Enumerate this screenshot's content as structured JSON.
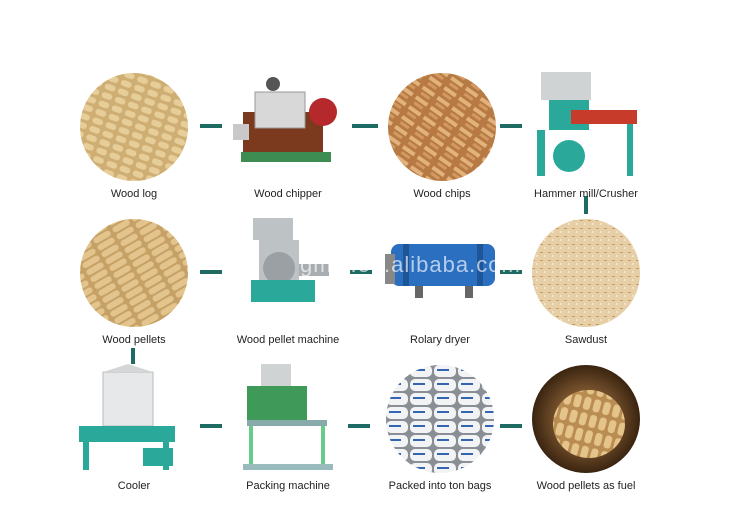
{
  "steps": [
    {
      "id": "wood-log",
      "label": "Wood log"
    },
    {
      "id": "wood-chipper",
      "label": "Wood chipper"
    },
    {
      "id": "wood-chips",
      "label": "Wood chips"
    },
    {
      "id": "hammer-mill",
      "label": "Hammer mill/Crusher"
    },
    {
      "id": "wood-pellets",
      "label": "Wood pellets"
    },
    {
      "id": "pellet-machine",
      "label": "Wood pellet machine"
    },
    {
      "id": "rotary-dryer",
      "label": "Rolary dryer"
    },
    {
      "id": "sawdust",
      "label": "Sawdust"
    },
    {
      "id": "cooler",
      "label": "Cooler"
    },
    {
      "id": "packing-machine",
      "label": "Packing machine"
    },
    {
      "id": "ton-bags",
      "label": "Packed into ton bags"
    },
    {
      "id": "pellets-fuel",
      "label": "Wood pellets as fuel"
    }
  ],
  "watermark": "gmlx.en.alibaba.com",
  "colors": {
    "connector": "#1e6b63",
    "machine": "#2aa89a",
    "wood": "#d9b27a"
  }
}
